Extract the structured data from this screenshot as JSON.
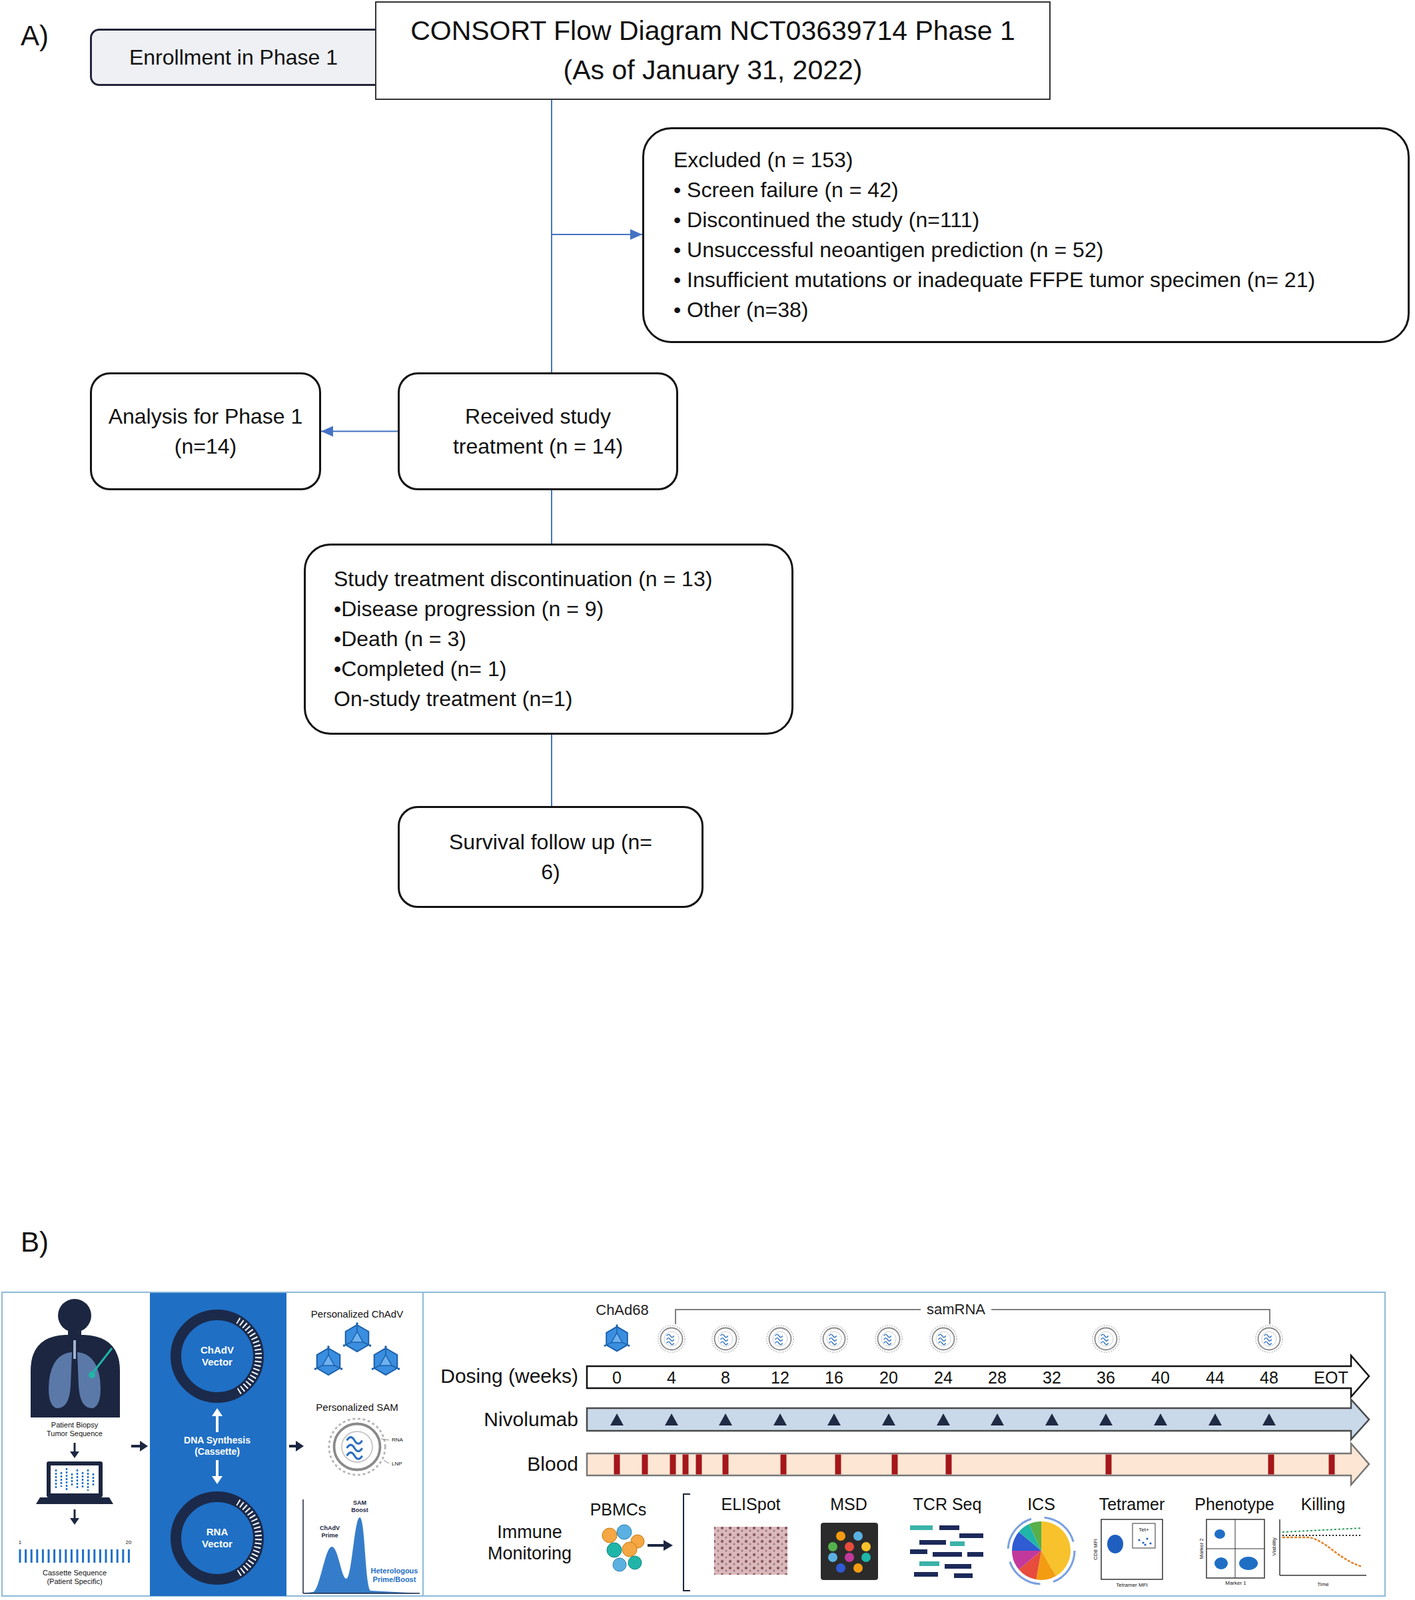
{
  "diagram": {
    "nodes": [
      {
        "text": [
          "Enrollment in Phase 1"
        ]
      },
      {
        "text": [
          "CONSORT Flow Diagram NCT03639714 Phase 1 (As of January 31, 2022)"
        ]
      },
      {
        "text": [
          "Excluded (n = 153)",
          "• Screen failure (n = 42)",
          "• Discontinued the study (n=111)",
          "• Unsuccessful neoantigen prediction (n = 52)",
          "• Insufficient mutations or inadequate FFPE tumor specimen (n= 21)",
          "• Other (n=38)"
        ]
      },
      {
        "text": [
          "Analysis for Phase 1 (n=14)"
        ]
      },
      {
        "text": [
          "Received study treatment (n = 14)"
        ]
      },
      {
        "text": [
          "Study treatment discontinuation (n = 13)",
          "•Disease progression (n = 9)",
          "•Death (n = 3)",
          "•Completed (n= 1)",
          "On-study treatment (n=1)"
        ]
      },
      {
        "text": [
          "Survival follow up (n= 6)"
        ]
      },
      {
        "text": [
          "DNA Synthesis (Cassette)"
        ]
      },
      {
        "text": [
          "ChAdV Vector"
        ],
        "in": 7
      },
      {
        "text": [
          "RNA Vector"
        ],
        "in": 7
      },
      {
        "text": [
          "Dosing (weeks)",
          "0",
          "4",
          "8",
          "12",
          "16",
          "20",
          "24",
          "28",
          "32",
          "36",
          "40",
          "44",
          "48",
          "EOT"
        ]
      },
      {
        "text": [
          "Nivolumab"
        ]
      },
      {
        "text": [
          "Blood"
        ]
      }
    ],
    "edges": [
      {
        "from": 1,
        "to": 4,
        "arrow": "none"
      },
      {
        "from": 1,
        "to": 2,
        "arrow": "to"
      },
      {
        "from": 4,
        "to": 3,
        "arrow": "to"
      },
      {
        "from": 4,
        "to": 5,
        "arrow": "none"
      },
      {
        "from": 5,
        "to": 6,
        "arrow": "none"
      }
    ],
    "labels": [
      "A)",
      "B)",
      "Patient Biopsy Tumor Sequence",
      "1",
      "20",
      "Cassette Sequence (Patient Specific)",
      "Personalized ChAdV",
      "Personalized SAM",
      "RNA",
      "LNP",
      "SAM Boost",
      "ChAdV Prime",
      "Heterologous Prime/Boost",
      "ChAd68",
      "samRNA",
      "PBMCs",
      "Immune Monitoring",
      "ELISpot",
      "MSD",
      "TCR Seq",
      "ICS",
      "Tetramer",
      "Phenotype",
      "Killing",
      "CD8 MFI",
      "Tetramer MFI",
      "Tet+",
      "Marker 2",
      "Marker 1",
      "Viability",
      "Time"
    ]
  }
}
